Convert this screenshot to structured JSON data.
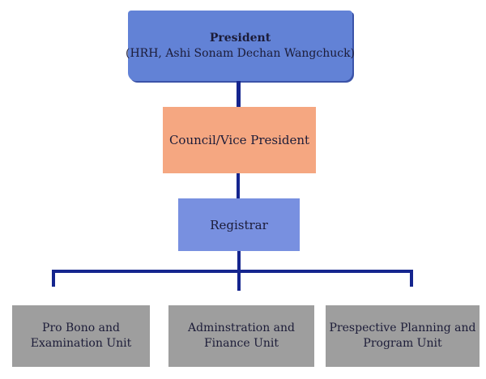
{
  "org_chart": {
    "connector_color": "#15258e",
    "text_color": "#1c1c38",
    "president": {
      "title": "President",
      "subtitle": "(HRH, Ashi Sonam Dechan Wangchuck)",
      "fill": "#6282d6"
    },
    "council": {
      "label": "Council/Vice President",
      "fill": "#f5a781"
    },
    "registrar": {
      "label": "Registrar",
      "fill": "#7890e0"
    },
    "unit_fill": "#9e9e9e",
    "units": [
      {
        "line1": "Pro Bono and",
        "line2": "Examination Unit"
      },
      {
        "line1": "Adminstration and",
        "line2": "Finance Unit"
      },
      {
        "line1": "Prespective Planning and",
        "line2": "Program Unit"
      }
    ]
  }
}
